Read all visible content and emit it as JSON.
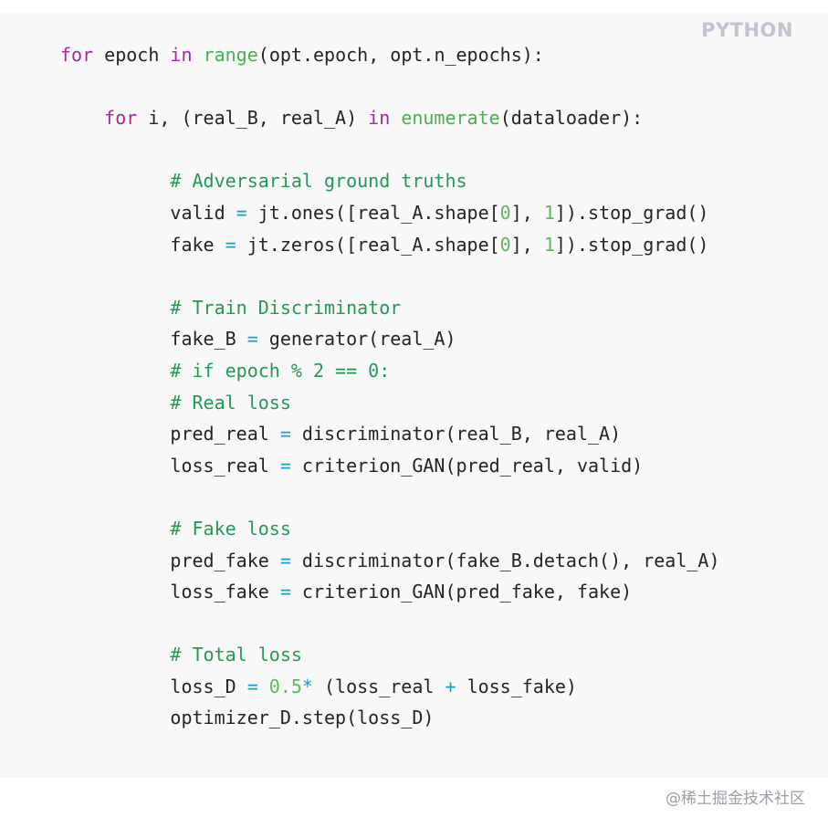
{
  "header": {
    "language": "PYTHON"
  },
  "code_lines": [
    [
      [
        "kw",
        "for"
      ],
      [
        "",
        "epoch "
      ],
      [
        "kw",
        "in"
      ],
      [
        "",
        ""
      ],
      [
        "fn",
        "range"
      ],
      [
        "",
        "(opt.epoch, opt.n_epochs):"
      ]
    ],
    [],
    [
      [
        "",
        "    "
      ],
      [
        "kw",
        "for"
      ],
      [
        "",
        "i, (real_B, real_A) "
      ],
      [
        "kw",
        "in"
      ],
      [
        "",
        ""
      ],
      [
        "fn",
        "enumerate"
      ],
      [
        "",
        "(dataloader):"
      ]
    ],
    [],
    [
      [
        "",
        "          "
      ],
      [
        "com",
        "# Adversarial ground truths"
      ]
    ],
    [
      [
        "",
        "          valid "
      ],
      [
        "op",
        "="
      ],
      [
        "",
        "jt.ones([real_A.shape["
      ],
      [
        "num",
        "0"
      ],
      [
        "",
        "], "
      ],
      [
        "num",
        "1"
      ],
      [
        "",
        "]).stop_grad()"
      ]
    ],
    [
      [
        "",
        "          fake "
      ],
      [
        "op",
        "="
      ],
      [
        "",
        "jt.zeros([real_A.shape["
      ],
      [
        "num",
        "0"
      ],
      [
        "",
        "], "
      ],
      [
        "num",
        "1"
      ],
      [
        "",
        "]).stop_grad()"
      ]
    ],
    [],
    [
      [
        "",
        "          "
      ],
      [
        "com",
        "# Train Discriminator"
      ]
    ],
    [
      [
        "",
        "          fake_B "
      ],
      [
        "op",
        "="
      ],
      [
        "",
        "generator(real_A)"
      ]
    ],
    [
      [
        "",
        "          "
      ],
      [
        "com",
        "# if epoch % 2 == 0:"
      ]
    ],
    [
      [
        "",
        "          "
      ],
      [
        "com",
        "# Real loss"
      ]
    ],
    [
      [
        "",
        "          pred_real "
      ],
      [
        "op",
        "="
      ],
      [
        "",
        "discriminator(real_B, real_A)"
      ]
    ],
    [
      [
        "",
        "          loss_real "
      ],
      [
        "op",
        "="
      ],
      [
        "",
        "criterion_GAN(pred_real, valid)"
      ]
    ],
    [],
    [
      [
        "",
        "          "
      ],
      [
        "com",
        "# Fake loss"
      ]
    ],
    [
      [
        "",
        "          pred_fake "
      ],
      [
        "op",
        "="
      ],
      [
        "",
        "discriminator(fake_B.detach(), real_A)"
      ]
    ],
    [
      [
        "",
        "          loss_fake "
      ],
      [
        "op",
        "="
      ],
      [
        "",
        "criterion_GAN(pred_fake, fake)"
      ]
    ],
    [],
    [
      [
        "",
        "          "
      ],
      [
        "com",
        "# Total loss"
      ]
    ],
    [
      [
        "",
        "          loss_D "
      ],
      [
        "op",
        "="
      ],
      [
        "",
        ""
      ],
      [
        "num",
        "0.5"
      ],
      [
        "",
        ""
      ],
      [
        "op",
        "*"
      ],
      [
        "",
        "(loss_real "
      ],
      [
        "op",
        "+"
      ],
      [
        "",
        "loss_fake)"
      ]
    ],
    [
      [
        "",
        "          optimizer_D.step(loss_D)"
      ]
    ]
  ],
  "footer": {
    "watermark": "@稀土掘金技术社区"
  }
}
